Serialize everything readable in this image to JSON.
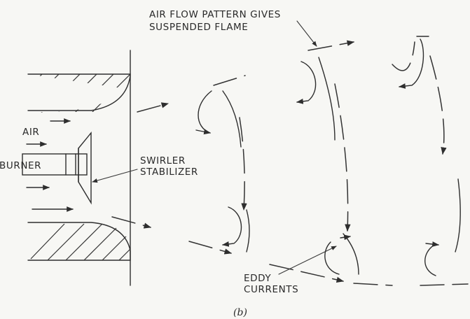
{
  "figure": {
    "labels": {
      "air": "AIR",
      "burner": "BURNER",
      "swirler_line1": "SWIRLER",
      "swirler_line2": "STABILIZER",
      "airflow_line1": "AIR FLOW PATTERN GIVES",
      "airflow_line2": "SUSPENDED FLAME",
      "eddy_line1": "EDDY",
      "eddy_line2": "CURRENTS"
    },
    "caption": "(b)"
  }
}
